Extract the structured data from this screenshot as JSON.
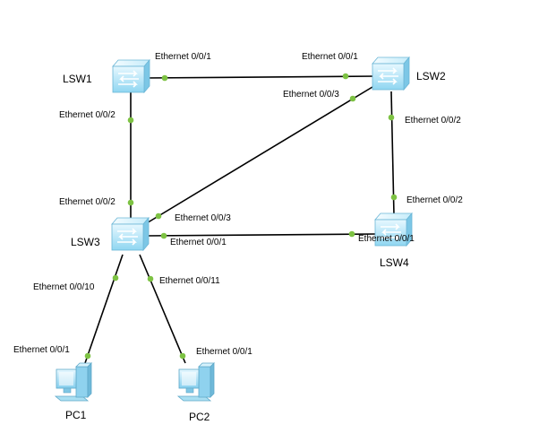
{
  "devices": {
    "lsw1": {
      "name": "LSW1",
      "type": "switch"
    },
    "lsw2": {
      "name": "LSW2",
      "type": "switch"
    },
    "lsw3": {
      "name": "LSW3",
      "type": "switch"
    },
    "lsw4": {
      "name": "LSW4",
      "type": "switch"
    },
    "pc1": {
      "name": "PC1",
      "type": "pc"
    },
    "pc2": {
      "name": "PC2",
      "type": "pc"
    }
  },
  "links": [
    {
      "id": "lsw1-lsw2",
      "a_port": "Ethernet 0/0/1",
      "b_port": "Ethernet 0/0/1"
    },
    {
      "id": "lsw1-lsw3",
      "a_port": "Ethernet 0/0/2",
      "b_port": "Ethernet 0/0/2"
    },
    {
      "id": "lsw2-lsw3",
      "a_port": "Ethernet 0/0/3",
      "b_port": "Ethernet 0/0/3"
    },
    {
      "id": "lsw2-lsw4",
      "a_port": "Ethernet 0/0/2",
      "b_port": "Ethernet 0/0/2"
    },
    {
      "id": "lsw3-lsw4",
      "a_port": "Ethernet 0/0/1",
      "b_port": "Ethernet 0/0/1"
    },
    {
      "id": "lsw3-pc1",
      "a_port": "Ethernet 0/0/10",
      "b_port": "Ethernet 0/0/1"
    },
    {
      "id": "lsw3-pc2",
      "a_port": "Ethernet 0/0/11",
      "b_port": "Ethernet 0/0/1"
    }
  ],
  "colors": {
    "port_indicator": "#7dc243",
    "switch_body": "#aee4f7",
    "pc_body": "#9fdcf3"
  }
}
